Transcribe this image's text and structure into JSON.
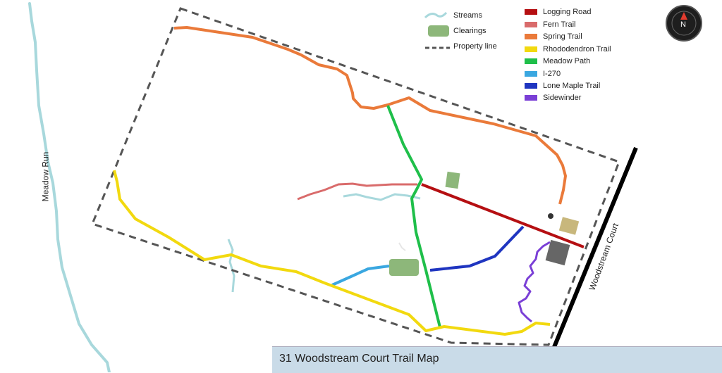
{
  "title": "31 Woodstream Court Trail Map",
  "labels": {
    "meadow_run": "Meadow Run",
    "woodstream_court": "Woodstream Court"
  },
  "legend_features": [
    {
      "label": "Streams",
      "icon": "stream-icon",
      "color": "#a8d8dc"
    },
    {
      "label": "Clearings",
      "icon": "clearing-icon",
      "color": "#8db77a"
    },
    {
      "label": "Property line",
      "icon": "dashed-line-icon",
      "color": "#555555"
    }
  ],
  "legend_trails": [
    {
      "label": "Logging Road",
      "color": "#b50f12"
    },
    {
      "label": "Fern Trail",
      "color": "#d96b6b"
    },
    {
      "label": "Spring Trail",
      "color": "#ea7a3a"
    },
    {
      "label": "Rhododendron Trail",
      "color": "#f2d90f"
    },
    {
      "label": "Meadow Path",
      "color": "#1fbf4a"
    },
    {
      "label": "I-270",
      "color": "#3aa7e0"
    },
    {
      "label": "Lone Maple Trail",
      "color": "#1f35c0"
    },
    {
      "label": "Sidewinder",
      "color": "#7a3fd6"
    }
  ],
  "compass": {
    "letter": "N",
    "icon": "compass-icon"
  }
}
